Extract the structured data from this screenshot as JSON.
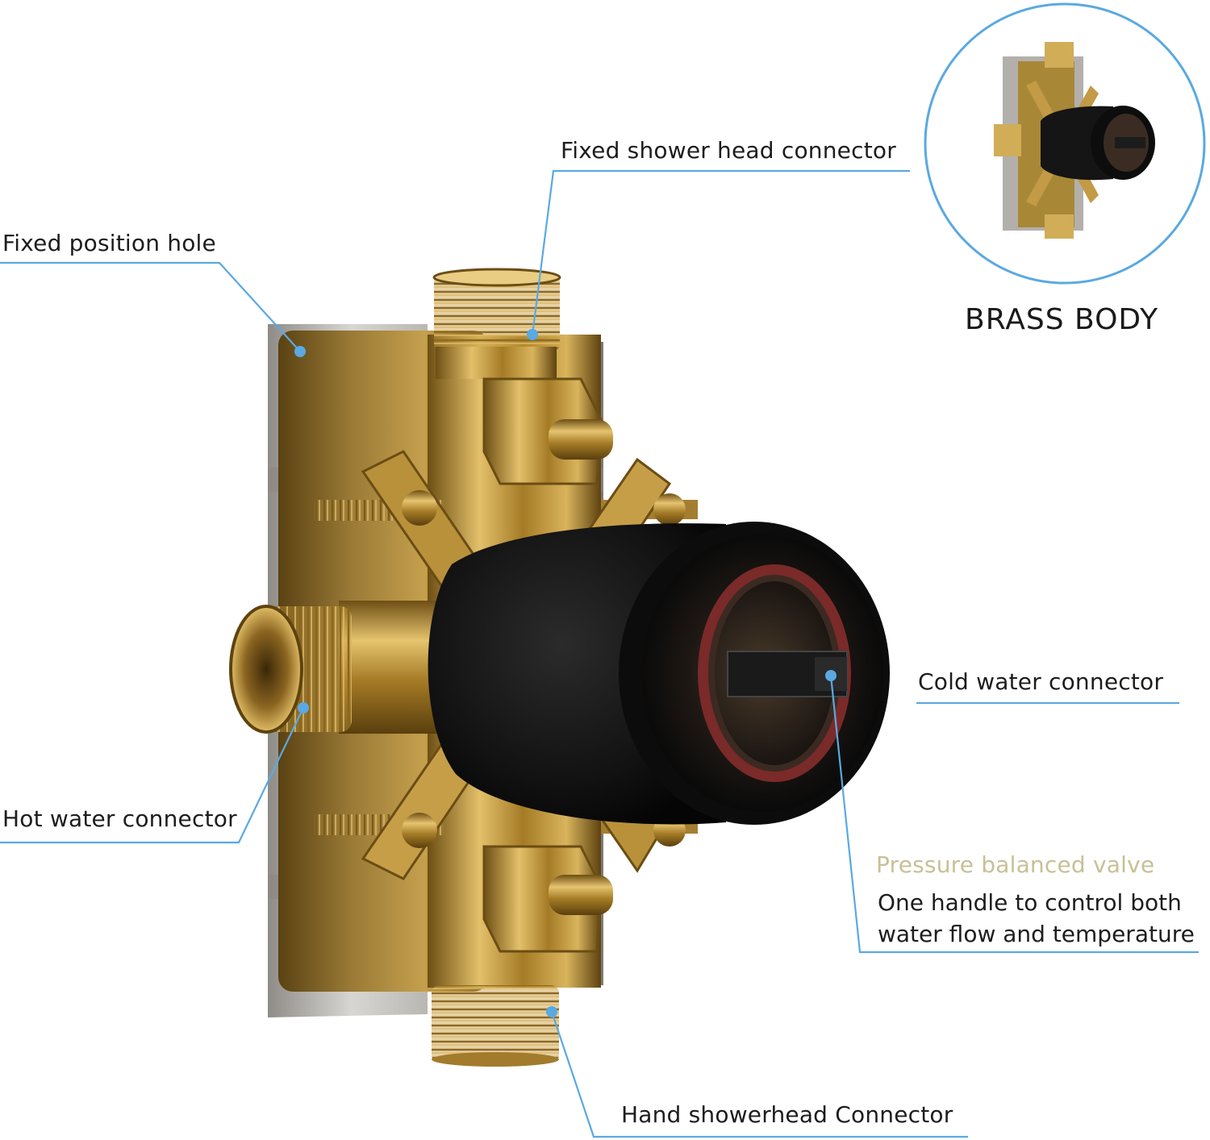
{
  "labels": {
    "fixed_shower_head": "Fixed shower head connector",
    "fixed_position_hole": "Fixed position hole",
    "cold_water": "Cold water connector",
    "hot_water": "Hot water connector",
    "hand_showerhead": "Hand showerhead Connector"
  },
  "inset": {
    "title": "BRASS BODY"
  },
  "valve_note": {
    "heading": "Pressure balanced valve",
    "line1": "One handle to control both",
    "line2": "water flow and temperature"
  },
  "colors": {
    "callout_line": "#5aa9e2",
    "note_heading": "#c8c096",
    "brass": "#c79b3c",
    "plate": "#b9b6b1",
    "cartridge": "#121212"
  }
}
